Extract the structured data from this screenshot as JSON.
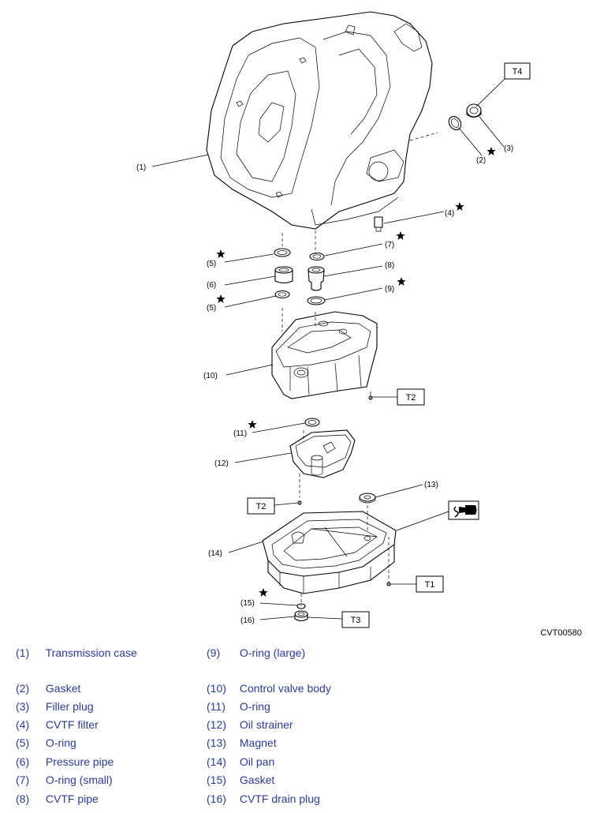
{
  "figure": {
    "id": "CVT00580",
    "callouts": [
      "(1)",
      "(2)",
      "(3)",
      "(4)",
      "(5)",
      "(5)",
      "(6)",
      "(7)",
      "(8)",
      "(9)",
      "(10)",
      "(11)",
      "(12)",
      "(13)",
      "(14)",
      "(15)",
      "(16)"
    ],
    "torque_labels": [
      "T4",
      "T2",
      "T2",
      "T1",
      "T3"
    ],
    "symbols": [
      "star-icon",
      "sealant-icon"
    ]
  },
  "legend": {
    "left": [
      {
        "num": "(1)",
        "label": "Transmission case"
      },
      {
        "num": "(2)",
        "label": "Gasket"
      },
      {
        "num": "(3)",
        "label": "Filler plug"
      },
      {
        "num": "(4)",
        "label": "CVTF filter"
      },
      {
        "num": "(5)",
        "label": "O-ring"
      },
      {
        "num": "(6)",
        "label": "Pressure pipe"
      },
      {
        "num": "(7)",
        "label": "O-ring (small)"
      },
      {
        "num": "(8)",
        "label": "CVTF pipe"
      }
    ],
    "right": [
      {
        "num": "(9)",
        "label": "O-ring (large)"
      },
      {
        "num": "(10)",
        "label": "Control valve body"
      },
      {
        "num": "(11)",
        "label": "O-ring"
      },
      {
        "num": "(12)",
        "label": "Oil strainer"
      },
      {
        "num": "(13)",
        "label": "Magnet"
      },
      {
        "num": "(14)",
        "label": "Oil pan"
      },
      {
        "num": "(15)",
        "label": "Gasket"
      },
      {
        "num": "(16)",
        "label": "CVTF drain plug"
      }
    ]
  },
  "colors": {
    "legend_text": "#2b3a9b",
    "line": "#000000"
  }
}
